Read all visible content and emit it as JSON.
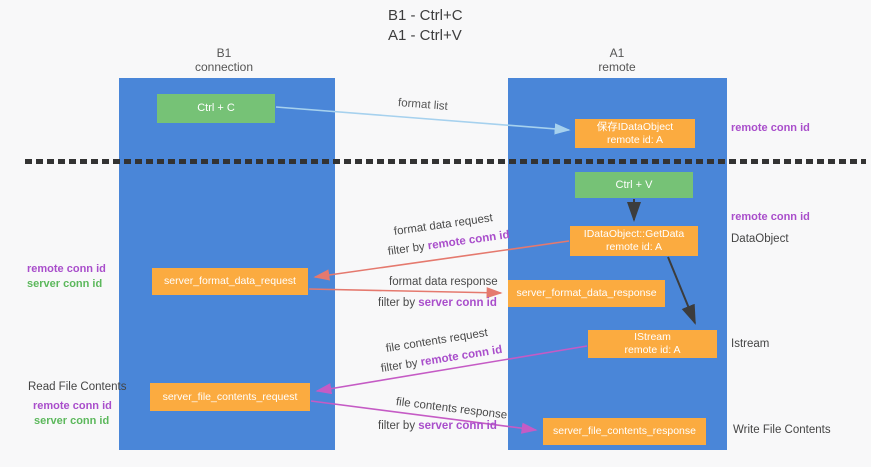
{
  "title": {
    "line1": "B1 - Ctrl+C",
    "line2": "A1 - Ctrl+V"
  },
  "lanes": [
    {
      "name": "B1",
      "role": "connection"
    },
    {
      "name": "A1",
      "role": "remote"
    }
  ],
  "nodes": {
    "ctrl_c": "Ctrl + C",
    "store_idataobject": {
      "line1": "保存IDataObject",
      "line2": "remote id: A"
    },
    "ctrl_v": "Ctrl + V",
    "getdata": {
      "line1": "IDataObject::GetData",
      "line2": "remote id: A"
    },
    "format_request": "server_format_data_request",
    "format_response": "server_format_data_response",
    "istream": {
      "line1": "IStream",
      "line2": "remote id: A"
    },
    "file_request": "server_file_contents_request",
    "file_response": "server_file_contents_response"
  },
  "flows": {
    "format_list": "format list",
    "format_request": {
      "text": "format data request",
      "filter_prefix": "filter by ",
      "filter_key": "remote conn id"
    },
    "format_response": {
      "text": "format data response",
      "filter_prefix": "filter by ",
      "filter_key": "server conn id"
    },
    "file_request": {
      "text": "file contents request",
      "filter_prefix": "filter by ",
      "filter_key": "remote conn id"
    },
    "file_response": {
      "text": "file contents response",
      "filter_prefix": "filter by ",
      "filter_key": "server conn id"
    }
  },
  "side_labels": {
    "left_format": {
      "remote": "remote conn id",
      "server": "server conn id"
    },
    "left_file": {
      "title": "Read File Contents",
      "remote": "remote conn id",
      "server": "server conn id"
    },
    "right_top": "remote conn id",
    "right_mid": "remote conn id",
    "right_dataobject": "DataObject",
    "right_istream": "Istream",
    "right_write": "Write File Contents"
  },
  "colors": {
    "lane_blue": "#4a86d8",
    "node_orange": "#fbab40",
    "node_green": "#76c276",
    "arrow_salmon": "#e5796e",
    "arrow_magenta": "#c55bc5",
    "arrow_light_blue": "#a6d1ee",
    "arrow_black": "#3c3c3c",
    "label_purple": "#a94ecb",
    "label_green": "#5cb85c",
    "dashed_line": "#333333",
    "background": "#f8f8f9"
  }
}
